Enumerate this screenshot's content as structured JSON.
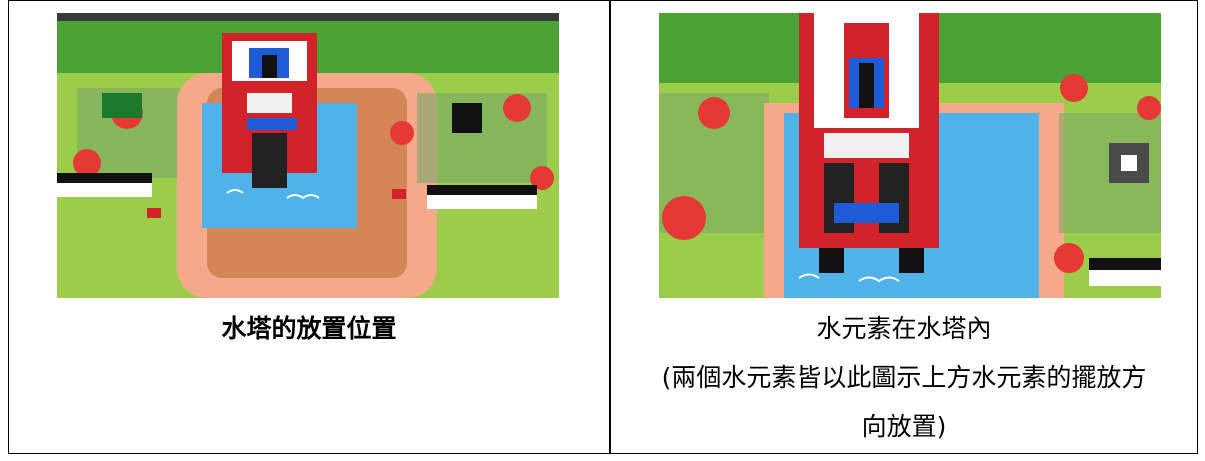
{
  "left": {
    "caption": "水塔的放置位置",
    "photo_alt": "water-tower-placement-photo"
  },
  "right": {
    "caption_line1": "水元素在水塔內",
    "caption_line2": "(兩個水元素皆以此圖示上方水元素的擺放方",
    "caption_line3": "向放置)",
    "photo_alt": "water-element-in-tower-photo"
  },
  "colors": {
    "mat_green": "#8cc63f",
    "water_blue": "#4fb3ea",
    "brick_red": "#d2232a",
    "border": "#000000"
  }
}
